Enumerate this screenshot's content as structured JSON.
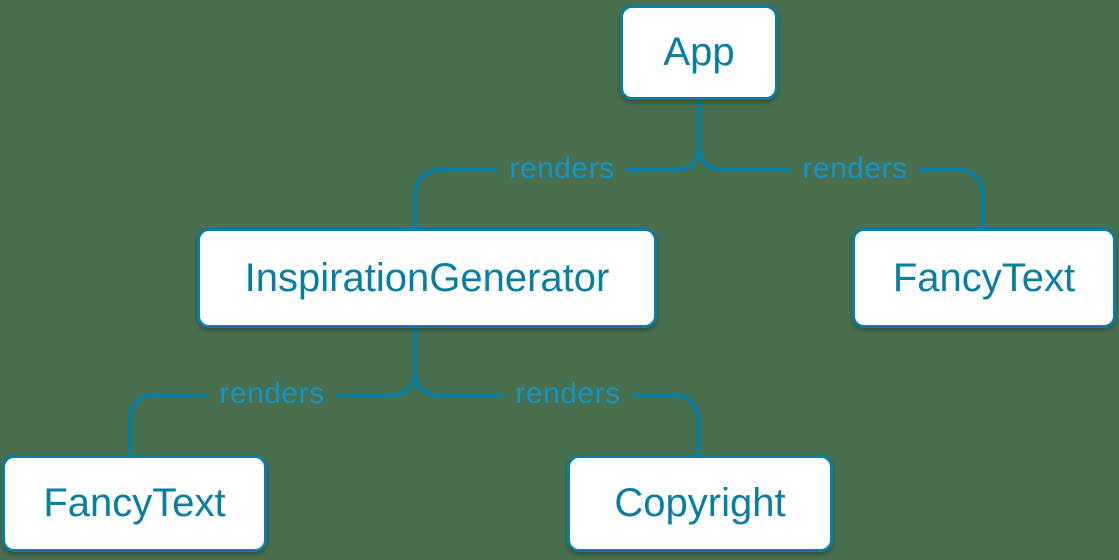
{
  "page": {
    "background_color": "#48704F"
  },
  "diagram": {
    "type": "component-render-tree",
    "colors": {
      "edge": "#087EA4",
      "edge_label": "#1495C6",
      "node_border": "#087EA4",
      "node_text": "#087EA4",
      "node_background": "#FFFFFF"
    },
    "nodes": [
      {
        "id": "app",
        "label": "App"
      },
      {
        "id": "inspiration-generator",
        "label": "InspirationGenerator"
      },
      {
        "id": "fancy-text-top",
        "label": "FancyText"
      },
      {
        "id": "fancy-text-bottom",
        "label": "FancyText"
      },
      {
        "id": "copyright",
        "label": "Copyright"
      }
    ],
    "edges": [
      {
        "from": "App",
        "to": "InspirationGenerator",
        "label": "renders"
      },
      {
        "from": "App",
        "to": "FancyText",
        "label": "renders"
      },
      {
        "from": "InspirationGenerator",
        "to": "FancyText",
        "label": "renders"
      },
      {
        "from": "InspirationGenerator",
        "to": "Copyright",
        "label": "renders"
      }
    ]
  }
}
